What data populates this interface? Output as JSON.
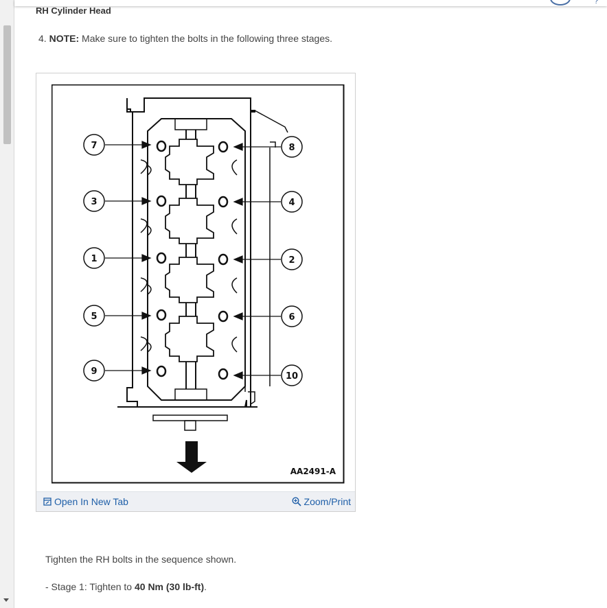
{
  "section": {
    "title": "RH Cylinder Head"
  },
  "note": {
    "number": "4.",
    "label": "NOTE:",
    "text": "Make sure to tighten the bolts in the following three stages."
  },
  "figure": {
    "id_label": "AA2491-A",
    "left_callouts": [
      "7",
      "3",
      "1",
      "5",
      "9"
    ],
    "right_callouts": [
      "8",
      "4",
      "2",
      "6",
      "10"
    ],
    "open_tab_label": "Open In New Tab",
    "zoom_label": "Zoom/Print"
  },
  "body": {
    "instruction": "Tighten the RH bolts in the sequence shown.",
    "stage1_prefix": "- Stage 1: Tighten to",
    "stage1_value": "40 Nm (30 lb-ft)",
    "stage1_suffix": "."
  }
}
